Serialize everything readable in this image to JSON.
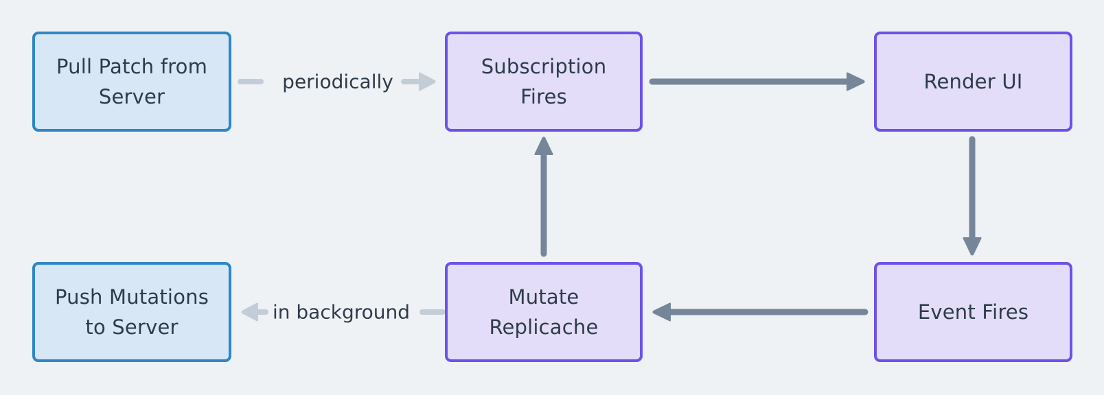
{
  "diagram": {
    "title": "replicache-data-flow",
    "nodes": [
      {
        "id": "pull-patch-from-server",
        "kind": "server-action",
        "lines": [
          "Pull Patch from",
          "Server"
        ]
      },
      {
        "id": "subscription-fires",
        "kind": "client-action",
        "lines": [
          "Subscription",
          "Fires"
        ]
      },
      {
        "id": "render-ui",
        "kind": "client-action",
        "lines": [
          "Render UI"
        ]
      },
      {
        "id": "push-mutations-to-server",
        "kind": "server-action",
        "lines": [
          "Push Mutations",
          "to Server"
        ]
      },
      {
        "id": "mutate-replicache",
        "kind": "client-action",
        "lines": [
          "Mutate",
          "Replicache"
        ]
      },
      {
        "id": "event-fires",
        "kind": "client-action",
        "lines": [
          "Event Fires"
        ]
      }
    ],
    "edge_labels": {
      "pull": "periodically",
      "push": "in background"
    },
    "edges": [
      {
        "from": "pull-patch-from-server",
        "to": "subscription-fires",
        "label": "periodically",
        "style": "light-dashed"
      },
      {
        "from": "subscription-fires",
        "to": "render-ui",
        "label": "",
        "style": "solid"
      },
      {
        "from": "render-ui",
        "to": "event-fires",
        "label": "",
        "style": "solid"
      },
      {
        "from": "event-fires",
        "to": "mutate-replicache",
        "label": "",
        "style": "solid"
      },
      {
        "from": "mutate-replicache",
        "to": "subscription-fires",
        "label": "",
        "style": "solid"
      },
      {
        "from": "mutate-replicache",
        "to": "push-mutations-to-server",
        "label": "in background",
        "style": "light-dashed"
      }
    ]
  },
  "colors": {
    "background": "#eff2f5",
    "blue-fill": "#d7e7f6",
    "blue-border": "#2e86c8",
    "purple-fill": "#e3ddfa",
    "purple-border": "#6c52e8",
    "text": "#2e3b4c",
    "arrow-dark": "#76869a",
    "arrow-light": "#c3cdd7"
  }
}
